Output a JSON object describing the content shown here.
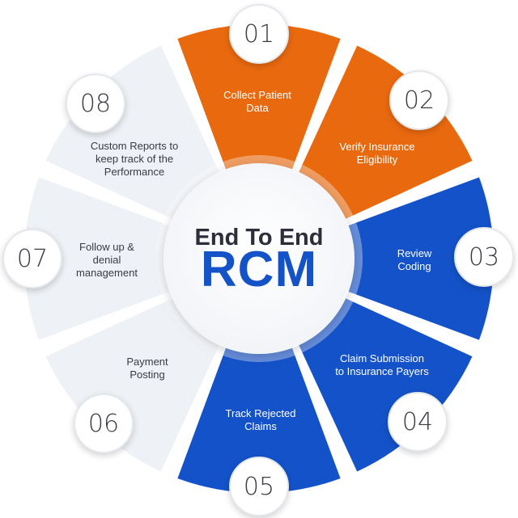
{
  "center": {
    "title": "End To End",
    "big": "RCM"
  },
  "colors": {
    "orange": "#e9690f",
    "blue": "#1452c9",
    "gray": "#eef1f6",
    "dark_text": "#3a3a44",
    "big_text": "#1453c7"
  },
  "steps": [
    {
      "num": "01",
      "label": "Collect Patient\nData",
      "color": "orange"
    },
    {
      "num": "02",
      "label": "Verify Insurance\nEligibility",
      "color": "orange"
    },
    {
      "num": "03",
      "label": "Review\nCoding",
      "color": "blue"
    },
    {
      "num": "04",
      "label": "Claim Submission\nto Insurance Payers",
      "color": "blue"
    },
    {
      "num": "05",
      "label": "Track Rejected\nClaims",
      "color": "blue"
    },
    {
      "num": "06",
      "label": "Payment\nPosting",
      "color": "gray"
    },
    {
      "num": "07",
      "label": "Follow up &\ndenial\nmanagement",
      "color": "gray"
    },
    {
      "num": "08",
      "label": "Custom Reports to\nkeep track of the\nPerformance",
      "color": "gray"
    }
  ]
}
